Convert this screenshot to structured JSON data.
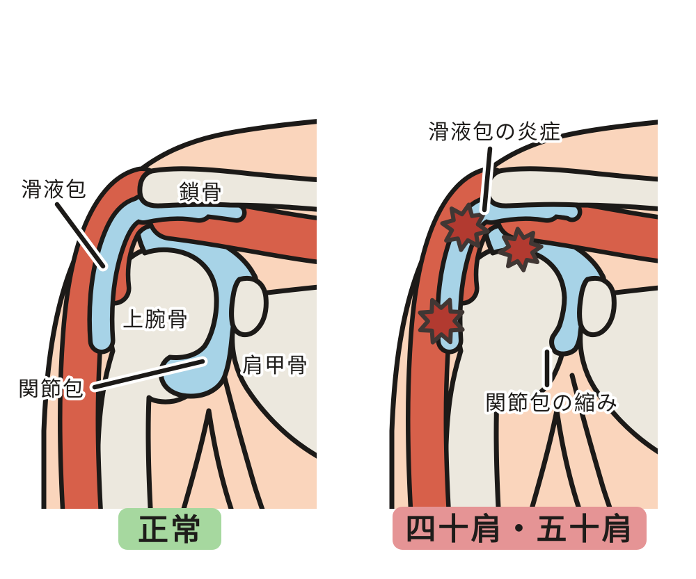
{
  "figures": {
    "normal": {
      "badge": {
        "label": "正常"
      },
      "labels": {
        "bursa": "滑液包",
        "clavicle": "鎖骨",
        "humerus": "上腕骨",
        "scapula": "肩甲骨",
        "capsule": "関節包"
      }
    },
    "frozen": {
      "badge": {
        "label": "四十肩・五十肩"
      },
      "labels": {
        "bursitis": "滑液包の炎症",
        "capsule_shrink": "関節包の縮み"
      },
      "inflammation_marker_count": "3"
    }
  },
  "colors": {
    "background": "#FFFFFF",
    "outline": "#1C1A18",
    "skin": "#FAD5BC",
    "bone": "#ECE8DE",
    "muscle_red": "#D7604A",
    "synovial_blue": "#A7D3E7",
    "inflammation_fill": "#B23A30",
    "inflammation_outline": "#403734",
    "label_text": "#1E1C1A",
    "label_halo": "#FFFFFF",
    "badge_normal_bg": "#A6D89F",
    "badge_frozen_bg": "#E59495"
  }
}
